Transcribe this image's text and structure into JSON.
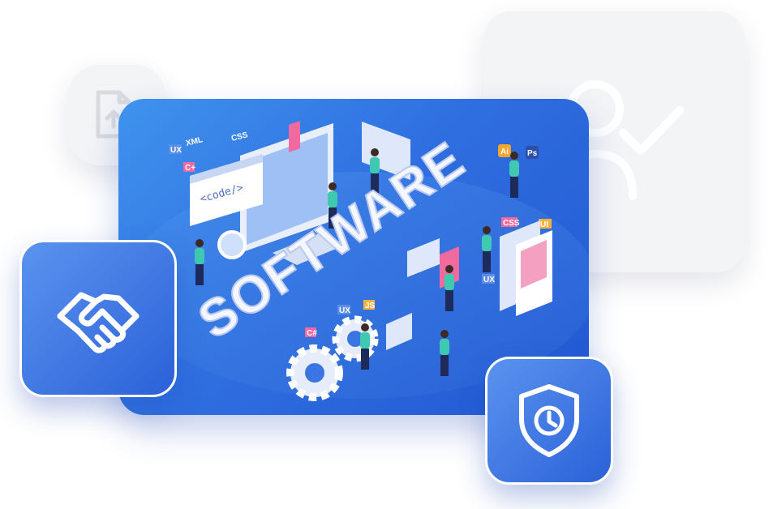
{
  "illustration": {
    "word": "SOFTWARE",
    "code_tag": "<code/>",
    "labels": [
      "UX",
      "XML",
      "CSS",
      "UX",
      "UI",
      "CSS",
      "Ai",
      "Ps",
      "C#",
      "C+",
      "JS",
      "UX"
    ]
  },
  "icons": {
    "background_left": "document-icon",
    "background_right": "user-check-icon",
    "front_left": "handshake-icon",
    "front_right": "shield-clock-icon"
  },
  "colors": {
    "card_blue": "#2f6fe0",
    "card_light_blue": "#3f93ee",
    "icon_card_blue": "#2b61d8",
    "ghost_gray": "#f3f4f6"
  }
}
